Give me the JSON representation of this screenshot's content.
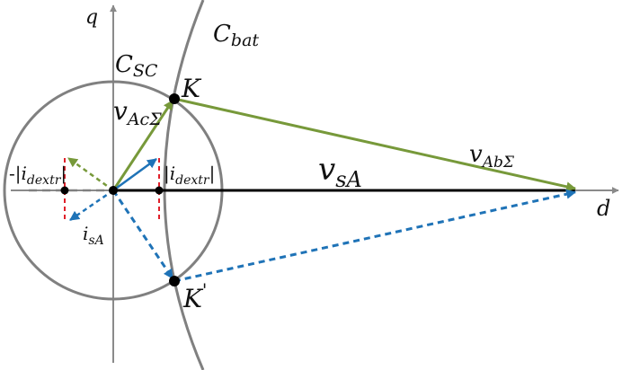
{
  "axes": {
    "q_label": "q",
    "d_label": "d"
  },
  "curves": {
    "sc": {
      "base": "C",
      "sub": "SC"
    },
    "bat": {
      "base": "C",
      "sub": "bat"
    }
  },
  "points": {
    "K": "K",
    "K_prime": "K",
    "prime_mark": "'"
  },
  "vectors": {
    "vsA": {
      "base": "v",
      "sub": "sA"
    },
    "vAcS": {
      "base": "v",
      "sub": "AcΣ"
    },
    "vAbS": {
      "base": "v",
      "sub": "AbΣ"
    },
    "isA": {
      "base": "i",
      "sub": "sA"
    }
  },
  "dextr": {
    "pos": {
      "bar_l": "|",
      "base": "i",
      "sub": "dextr",
      "bar_r": "|"
    },
    "neg": {
      "sign": "-",
      "bar_l": "|",
      "base": "i",
      "sub": "dextr",
      "bar_r": "|"
    }
  },
  "colors": {
    "axis": "#8a8a8a",
    "circle": "#808080",
    "green": "#77993a",
    "blue": "#1f73b7",
    "red": "#e0202a",
    "black": "#000000"
  }
}
